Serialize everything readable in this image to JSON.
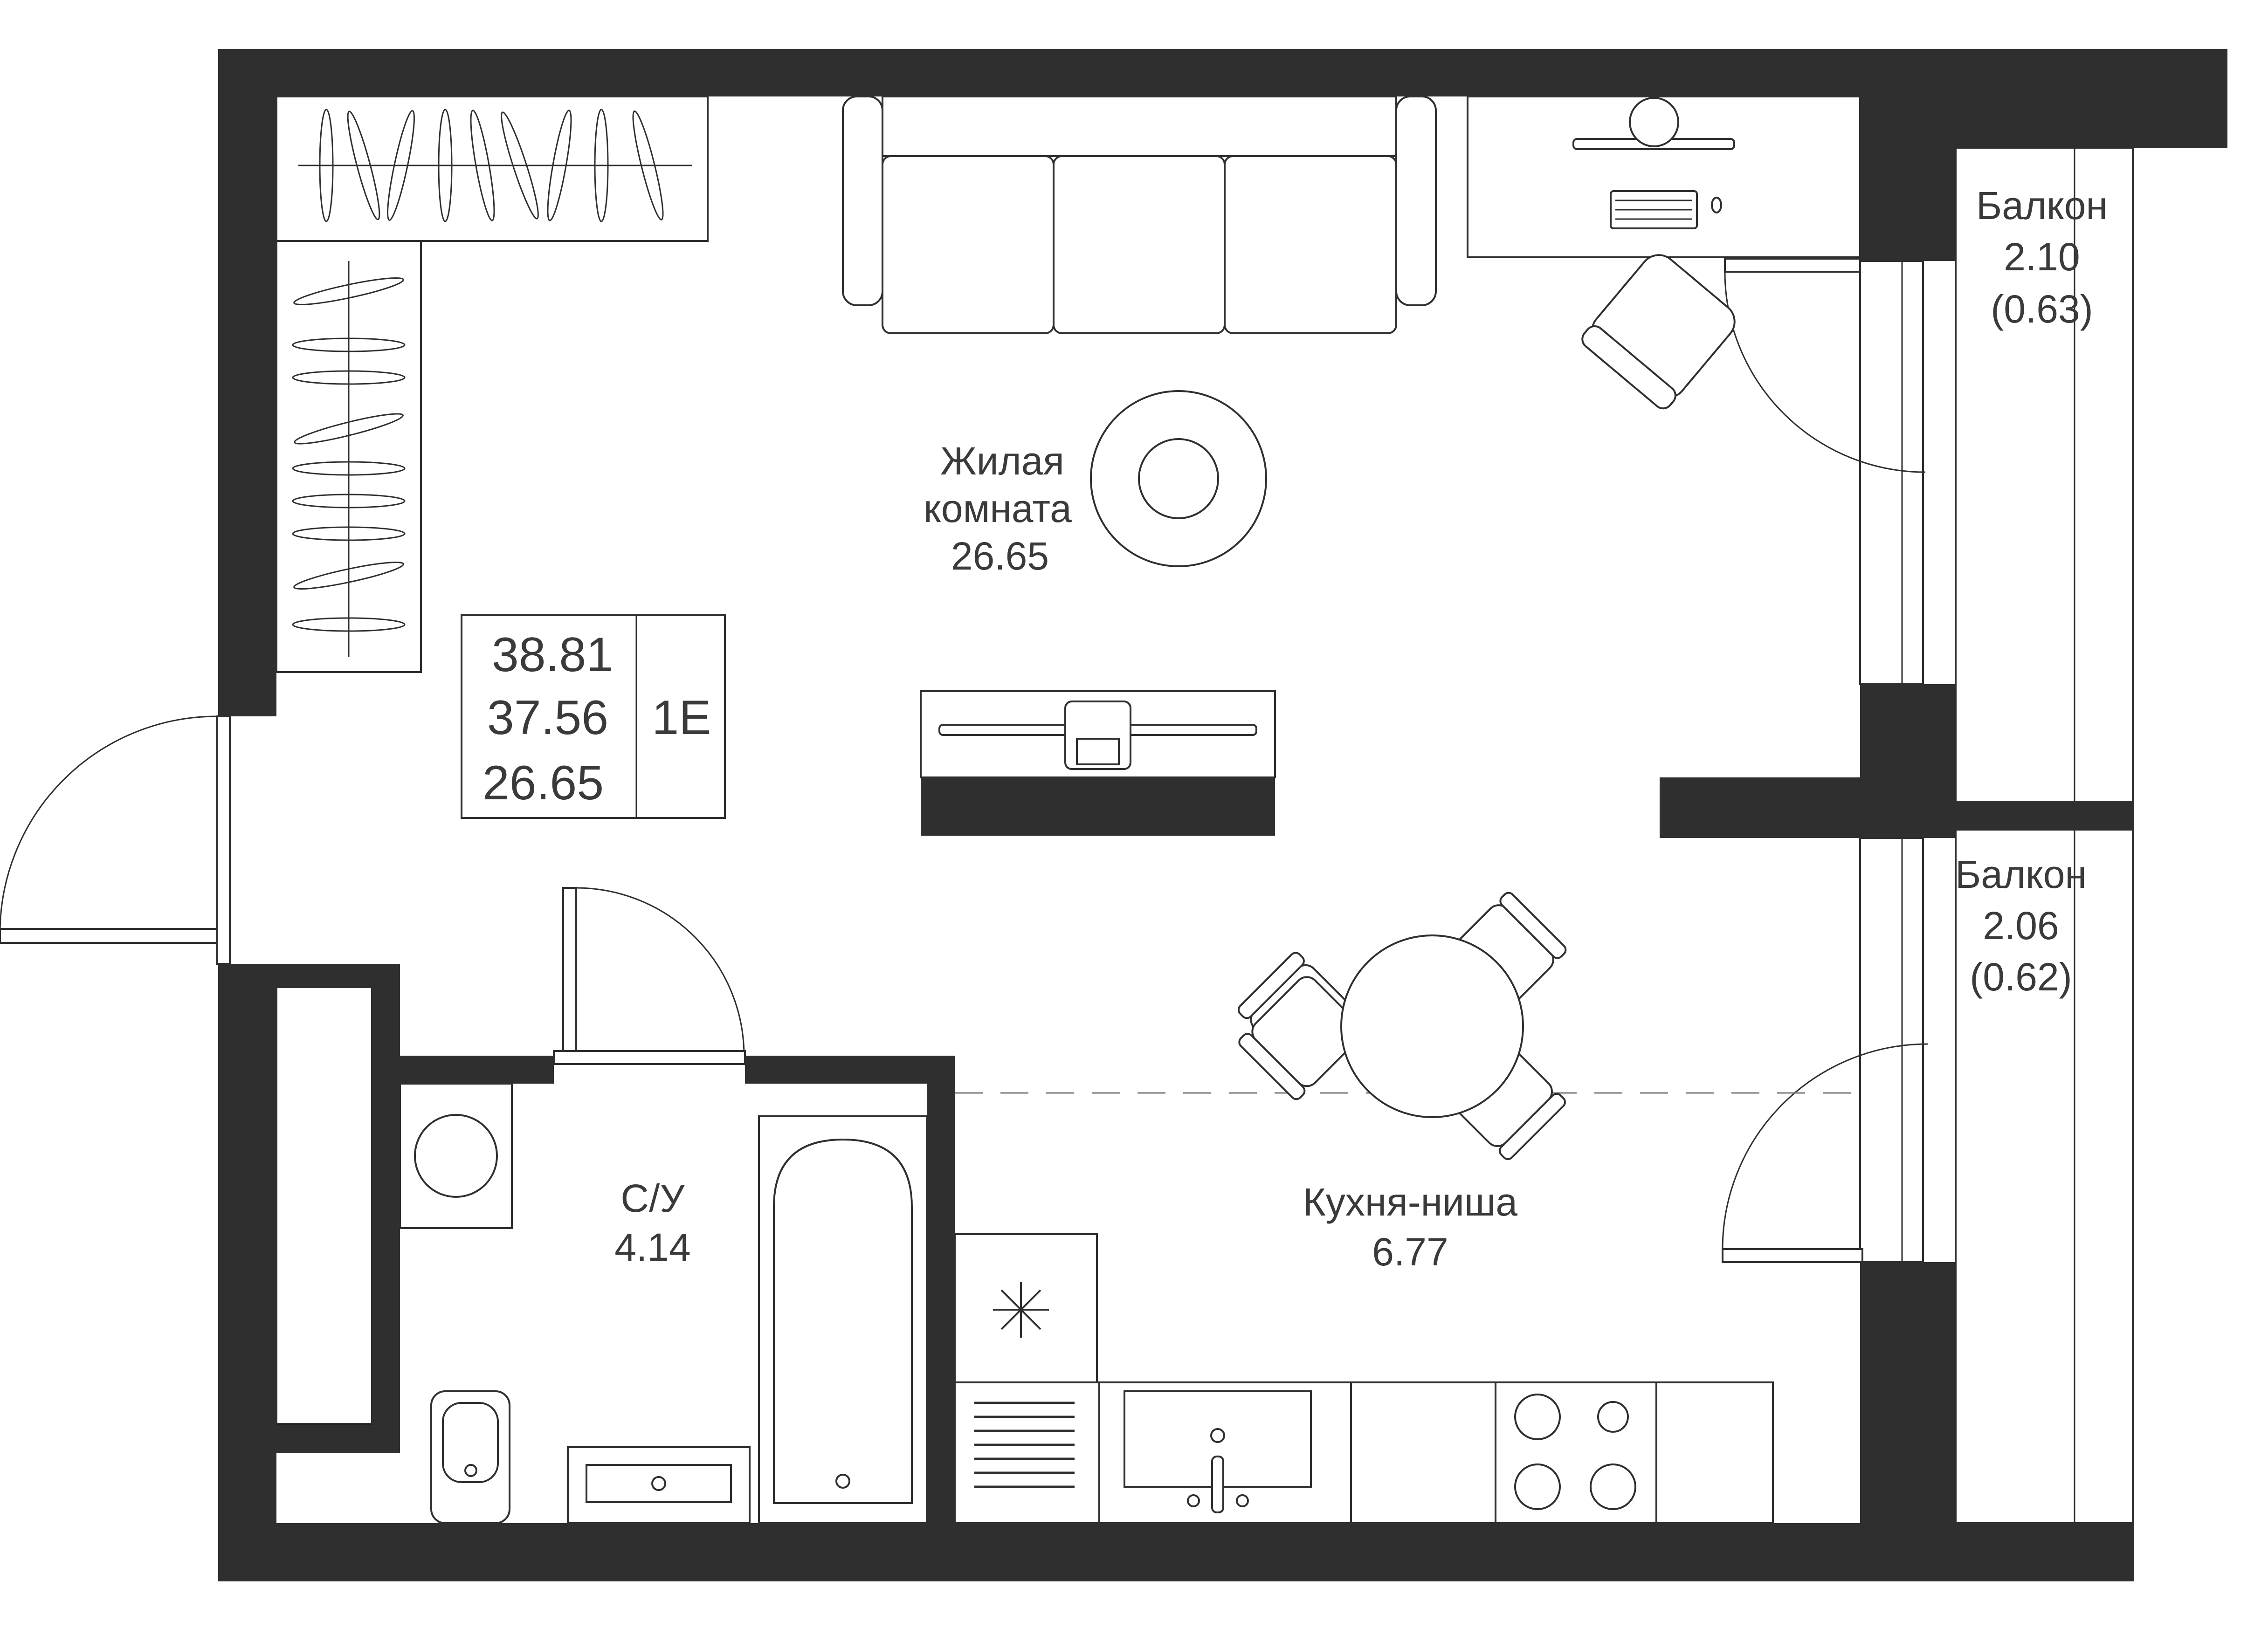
{
  "colors": {
    "wall": "#2f2f2f",
    "line": "#2f2f2f",
    "text": "#3a3a3a",
    "background": "#ffffff"
  },
  "rooms": {
    "living": {
      "name_line1": "Жилая",
      "name_line2": "комната",
      "area": "26.65"
    },
    "bathroom": {
      "name": "С/У",
      "area": "4.14"
    },
    "kitchen": {
      "name": "Кухня-ниша",
      "area": "6.77"
    },
    "balcony_top": {
      "name": "Балкон",
      "area": "2.10",
      "reduced": "(0.63)"
    },
    "balcony_bottom": {
      "name": "Балкон",
      "area": "2.06",
      "reduced": "(0.62)"
    }
  },
  "summary": {
    "total": "38.81",
    "useful": "37.56",
    "living": "26.65",
    "type": "1Е"
  }
}
